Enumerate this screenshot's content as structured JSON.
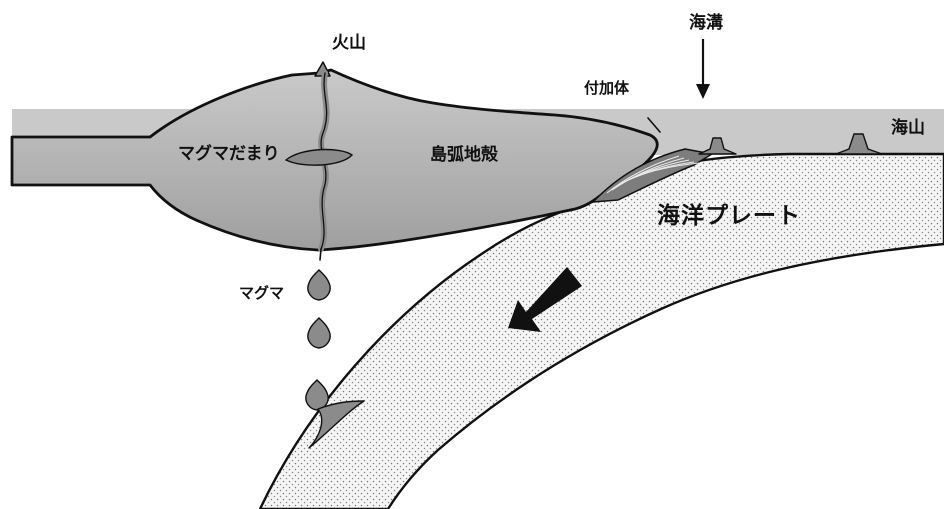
{
  "labels": {
    "volcano": "火山",
    "magma_chamber": "マグマだまり",
    "island_arc_crust": "島弧地殻",
    "accretionary_wedge": "付加体",
    "trench": "海溝",
    "seamount": "海山",
    "oceanic_plate": "海洋プレート",
    "magma": "マグマ"
  },
  "colors": {
    "sea": "#c9c9c9",
    "crust": "#b3b3b3",
    "outline": "#111111",
    "plate_fill": "#f5f5f5",
    "magma": "#8b8b8b"
  },
  "icons": {
    "trench_marker": "down-arrow-icon",
    "plate_motion": "thick-arrow-icon"
  }
}
